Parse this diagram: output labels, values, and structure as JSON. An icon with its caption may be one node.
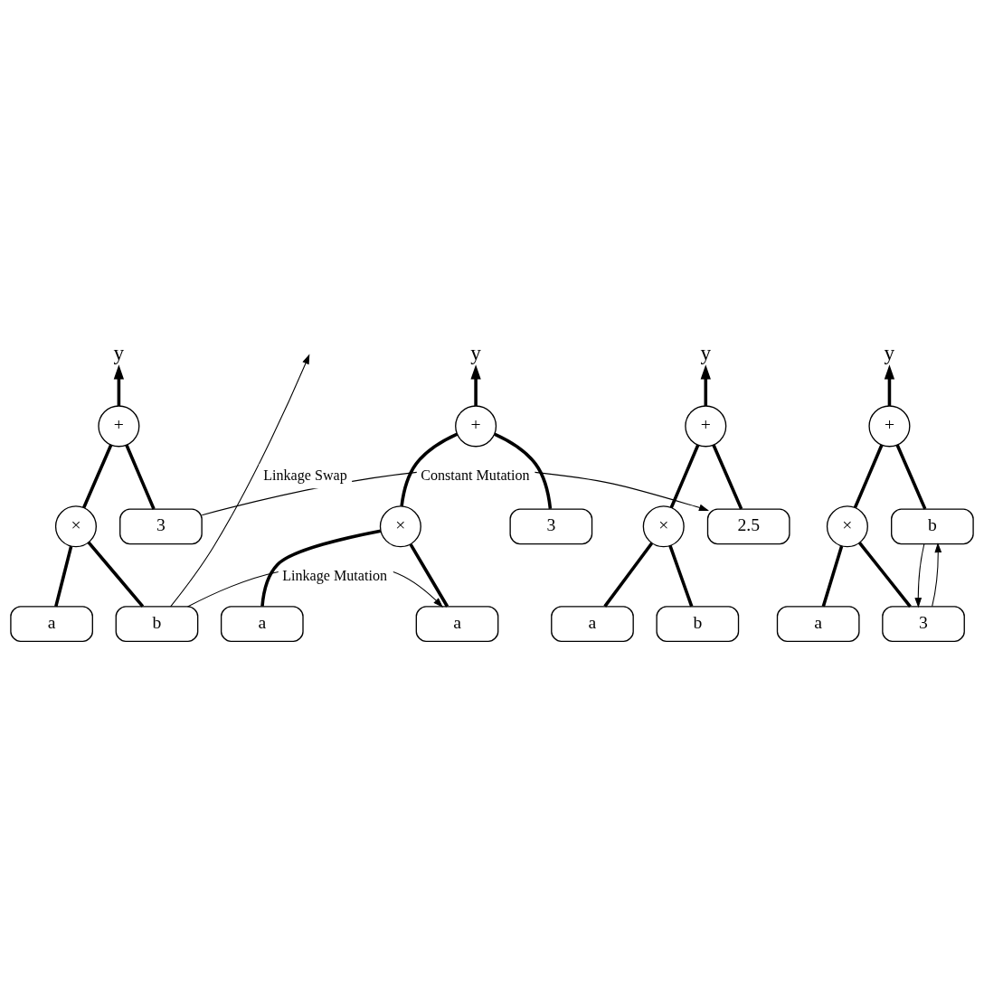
{
  "diagram": {
    "nodes": [
      {
        "text": [
          "y"
        ]
      },
      {
        "text": [
          "+"
        ]
      },
      {
        "text": [
          "×"
        ]
      },
      {
        "text": [
          "3"
        ]
      },
      {
        "text": [
          "a"
        ]
      },
      {
        "text": [
          "b"
        ]
      },
      {
        "text": [
          "y"
        ]
      },
      {
        "text": [
          "+"
        ]
      },
      {
        "text": [
          "×"
        ]
      },
      {
        "text": [
          "2.5"
        ]
      },
      {
        "text": [
          "a"
        ]
      },
      {
        "text": [
          "b"
        ]
      },
      {
        "text": [
          "y"
        ]
      },
      {
        "text": [
          "+"
        ]
      },
      {
        "text": [
          "×"
        ]
      },
      {
        "text": [
          "3"
        ]
      },
      {
        "text": [
          "a"
        ]
      },
      {
        "text": [
          "a"
        ]
      },
      {
        "text": [
          "y"
        ]
      },
      {
        "text": [
          "+"
        ]
      },
      {
        "text": [
          "×"
        ]
      },
      {
        "text": [
          "b"
        ]
      },
      {
        "text": [
          "a"
        ]
      },
      {
        "text": [
          "3"
        ]
      }
    ],
    "edges": [
      {
        "from": 1,
        "to": 0,
        "arrow": "to"
      },
      {
        "from": 1,
        "to": 2,
        "arrow": "none"
      },
      {
        "from": 1,
        "to": 3,
        "arrow": "none"
      },
      {
        "from": 2,
        "to": 4,
        "arrow": "none"
      },
      {
        "from": 2,
        "to": 5,
        "arrow": "none"
      },
      {
        "from": 7,
        "to": 6,
        "arrow": "to"
      },
      {
        "from": 7,
        "to": 8,
        "arrow": "none"
      },
      {
        "from": 7,
        "to": 9,
        "arrow": "none"
      },
      {
        "from": 8,
        "to": 10,
        "arrow": "none"
      },
      {
        "from": 8,
        "to": 11,
        "arrow": "none"
      },
      {
        "from": 13,
        "to": 12,
        "arrow": "to"
      },
      {
        "from": 13,
        "to": 14,
        "arrow": "none"
      },
      {
        "from": 13,
        "to": 15,
        "arrow": "none"
      },
      {
        "from": 14,
        "to": 16,
        "arrow": "none"
      },
      {
        "from": 14,
        "to": 17,
        "arrow": "none"
      },
      {
        "from": 19,
        "to": 18,
        "arrow": "to"
      },
      {
        "from": 19,
        "to": 20,
        "arrow": "none"
      },
      {
        "from": 19,
        "to": 21,
        "arrow": "none"
      },
      {
        "from": 20,
        "to": 22,
        "arrow": "none"
      },
      {
        "from": 20,
        "to": 23,
        "arrow": "none"
      },
      {
        "from": 3,
        "to": 9,
        "arrow": "to",
        "label": "Constant Mutation"
      },
      {
        "from": 5,
        "to": 17,
        "arrow": "to",
        "label": "Linkage Mutation"
      },
      {
        "from": 5,
        "to": null,
        "arrow": "to",
        "label": "Linkage Swap"
      },
      {
        "from": 23,
        "to": 21,
        "arrow": "to"
      },
      {
        "from": 21,
        "to": 23,
        "arrow": "to"
      }
    ]
  }
}
